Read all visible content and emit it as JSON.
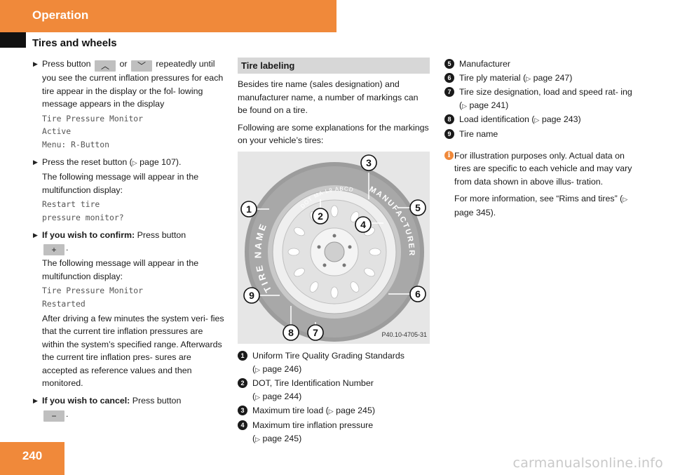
{
  "header": {
    "section": "Operation",
    "subsection": "Tires and wheels"
  },
  "column1": {
    "step1": {
      "pre": "Press button",
      "mid": "or",
      "post": "repeatedly until you see the current inflation pressures for each tire appear in the display or the fol- lowing message appears in the display",
      "display": [
        "Tire Pressure Monitor",
        "Active",
        "Menu: R-Button"
      ]
    },
    "step2": {
      "text_pre": "Press the reset button (",
      "text_post": " page 107).",
      "follow": "The following message will appear in the multifunction display:",
      "display": [
        "Restart tire",
        "pressure monitor?"
      ]
    },
    "step3": {
      "bold": "If you wish to confirm:",
      "text": "Press button",
      "after": ".",
      "follow": "The following message will appear in the multifunction display:",
      "display": [
        "Tire Pressure Monitor",
        "Restarted"
      ],
      "after_text": "After driving a few minutes the system veri- fies that the current tire inflation pressures are within the system’s specified range. Afterwards the current tire inflation pres- sures are accepted as reference values and then monitored."
    },
    "step4": {
      "bold": "If you wish to cancel:",
      "text": "Press button",
      "after": "."
    }
  },
  "column2": {
    "heading": "Tire labeling",
    "para1": "Besides tire name (sales designation) and manufacturer name, a number of markings can be found on a tire.",
    "para2": "Following are some explanations for the markings on your vehicle’s tires:",
    "figure": {
      "code": "P40.10-4705-31",
      "sidewall_text_left": "TIRE NAME",
      "sidewall_text_right": "MANUFACTURER",
      "dot_text": "DOT MA L9 ABCD",
      "callouts": [
        "1",
        "2",
        "3",
        "4",
        "5",
        "6",
        "7",
        "8",
        "9"
      ]
    },
    "items": [
      {
        "num": "1",
        "text": "Uniform Tire Quality Grading Standards",
        "ref": " page 246)"
      },
      {
        "num": "2",
        "text": "DOT, Tire Identification Number",
        "ref": " page 244)"
      },
      {
        "num": "3",
        "text": "Maximum tire load (",
        "ref": " page 245)"
      },
      {
        "num": "4",
        "text": "Maximum tire inflation pressure",
        "ref": " page 245)"
      }
    ]
  },
  "column3": {
    "items": [
      {
        "num": "5",
        "text": "Manufacturer"
      },
      {
        "num": "6",
        "text": "Tire ply material (",
        "ref": " page 247)"
      },
      {
        "num": "7",
        "text": "Tire size designation, load and speed rat- ing (",
        "ref": " page 241)"
      },
      {
        "num": "8",
        "text": "Load identification (",
        "ref": " page 243)"
      },
      {
        "num": "9",
        "text": "Tire name"
      }
    ],
    "info1": "For illustration purposes only. Actual data on tires are specific to each vehicle and may vary from data shown in above illus- tration.",
    "info2_pre": "For more information, see “Rims and tires” (",
    "info2_post": " page 345)."
  },
  "footer": {
    "page_number": "240",
    "watermark": "carmanualsonline.info"
  },
  "icons": {
    "bullet": "right-triangle-icon",
    "ref": "page-reference-triangle-icon",
    "info": "info-icon",
    "accent": "#f0893a"
  }
}
